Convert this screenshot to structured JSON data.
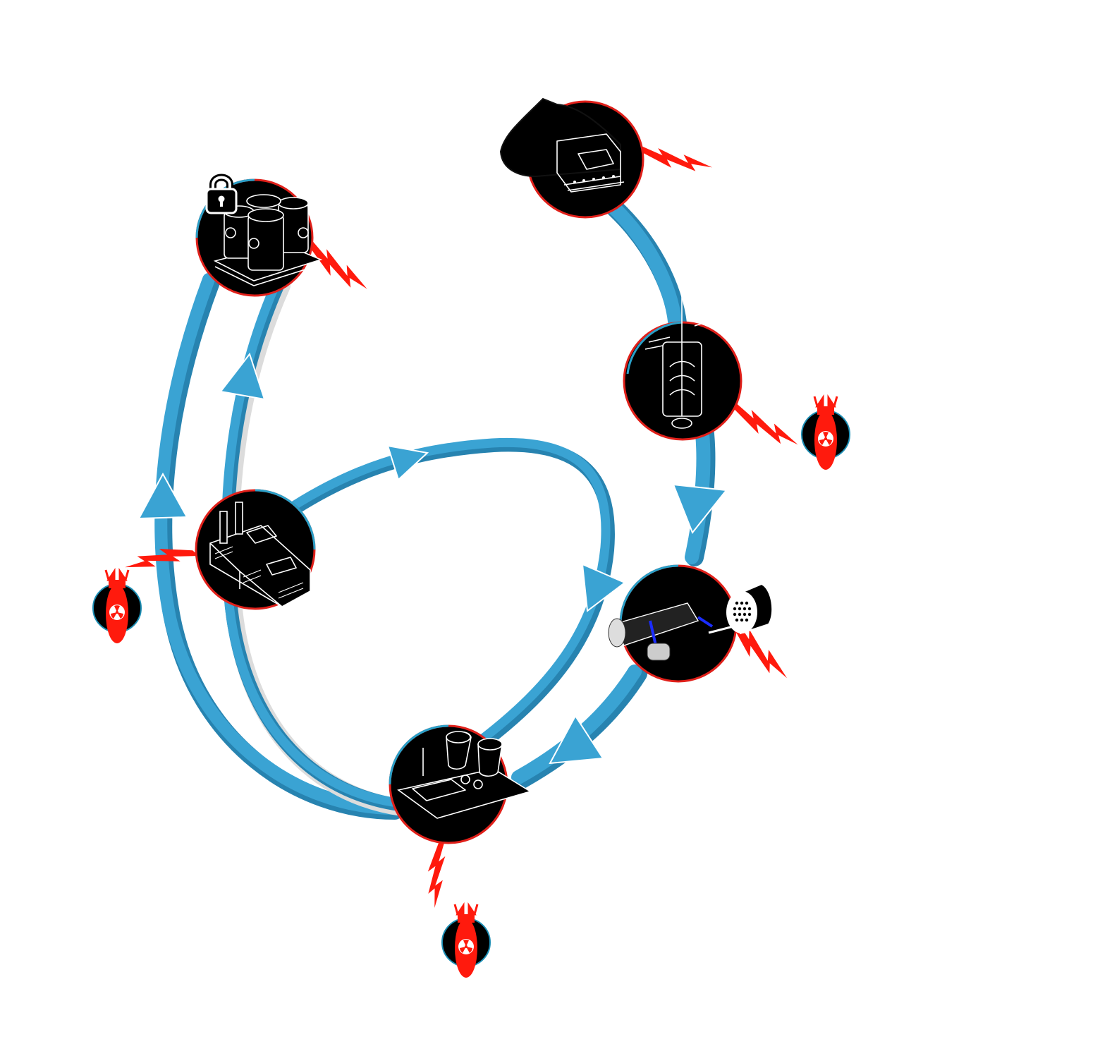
{
  "diagram": {
    "type": "nuclear-fuel-cycle",
    "colors": {
      "flow": "#3aa3d3",
      "flow_shadow": "#2783b0",
      "node": "#000000",
      "node_rim_warm": "#e0201a",
      "node_rim_cool": "#2aa0c8",
      "hazard": "#ff1a0d",
      "art": "#ffffff"
    },
    "nodes": [
      {
        "id": "mine",
        "icon": "uranium-mine-icon"
      },
      {
        "id": "enrichment",
        "icon": "enrichment-centrifuge-icon"
      },
      {
        "id": "fuel-fabrication",
        "icon": "fuel-rod-assembly-icon"
      },
      {
        "id": "reactor",
        "icon": "nuclear-power-plant-icon"
      },
      {
        "id": "reprocessing",
        "icon": "reprocessing-plant-icon"
      },
      {
        "id": "waste-storage",
        "icon": "waste-barrels-icon",
        "badge": "lock-icon"
      }
    ],
    "hazards": [
      {
        "from": "mine",
        "icon": "radiation-bolt-icon"
      },
      {
        "from": "waste-storage",
        "icon": "radiation-bolt-icon"
      },
      {
        "from": "enrichment",
        "icon": "radiation-bolt-icon",
        "leads_to": "nuclear-bomb-icon"
      },
      {
        "from": "fuel-fabrication",
        "icon": "radiation-bolt-icon"
      },
      {
        "from": "reprocessing",
        "icon": "radiation-bolt-icon",
        "leads_to": "nuclear-bomb-icon"
      },
      {
        "from": "reactor",
        "icon": "radiation-bolt-icon",
        "leads_to": "nuclear-bomb-icon"
      }
    ],
    "flows": [
      {
        "from": "mine",
        "to": "enrichment"
      },
      {
        "from": "enrichment",
        "to": "fuel-fabrication"
      },
      {
        "from": "fuel-fabrication",
        "to": "reactor"
      },
      {
        "from": "reactor",
        "to": "waste-storage"
      },
      {
        "from": "reactor",
        "to": "reprocessing"
      },
      {
        "from": "reprocessing",
        "to": "waste-storage"
      },
      {
        "from": "reprocessing",
        "to": "fuel-fabrication"
      }
    ]
  }
}
